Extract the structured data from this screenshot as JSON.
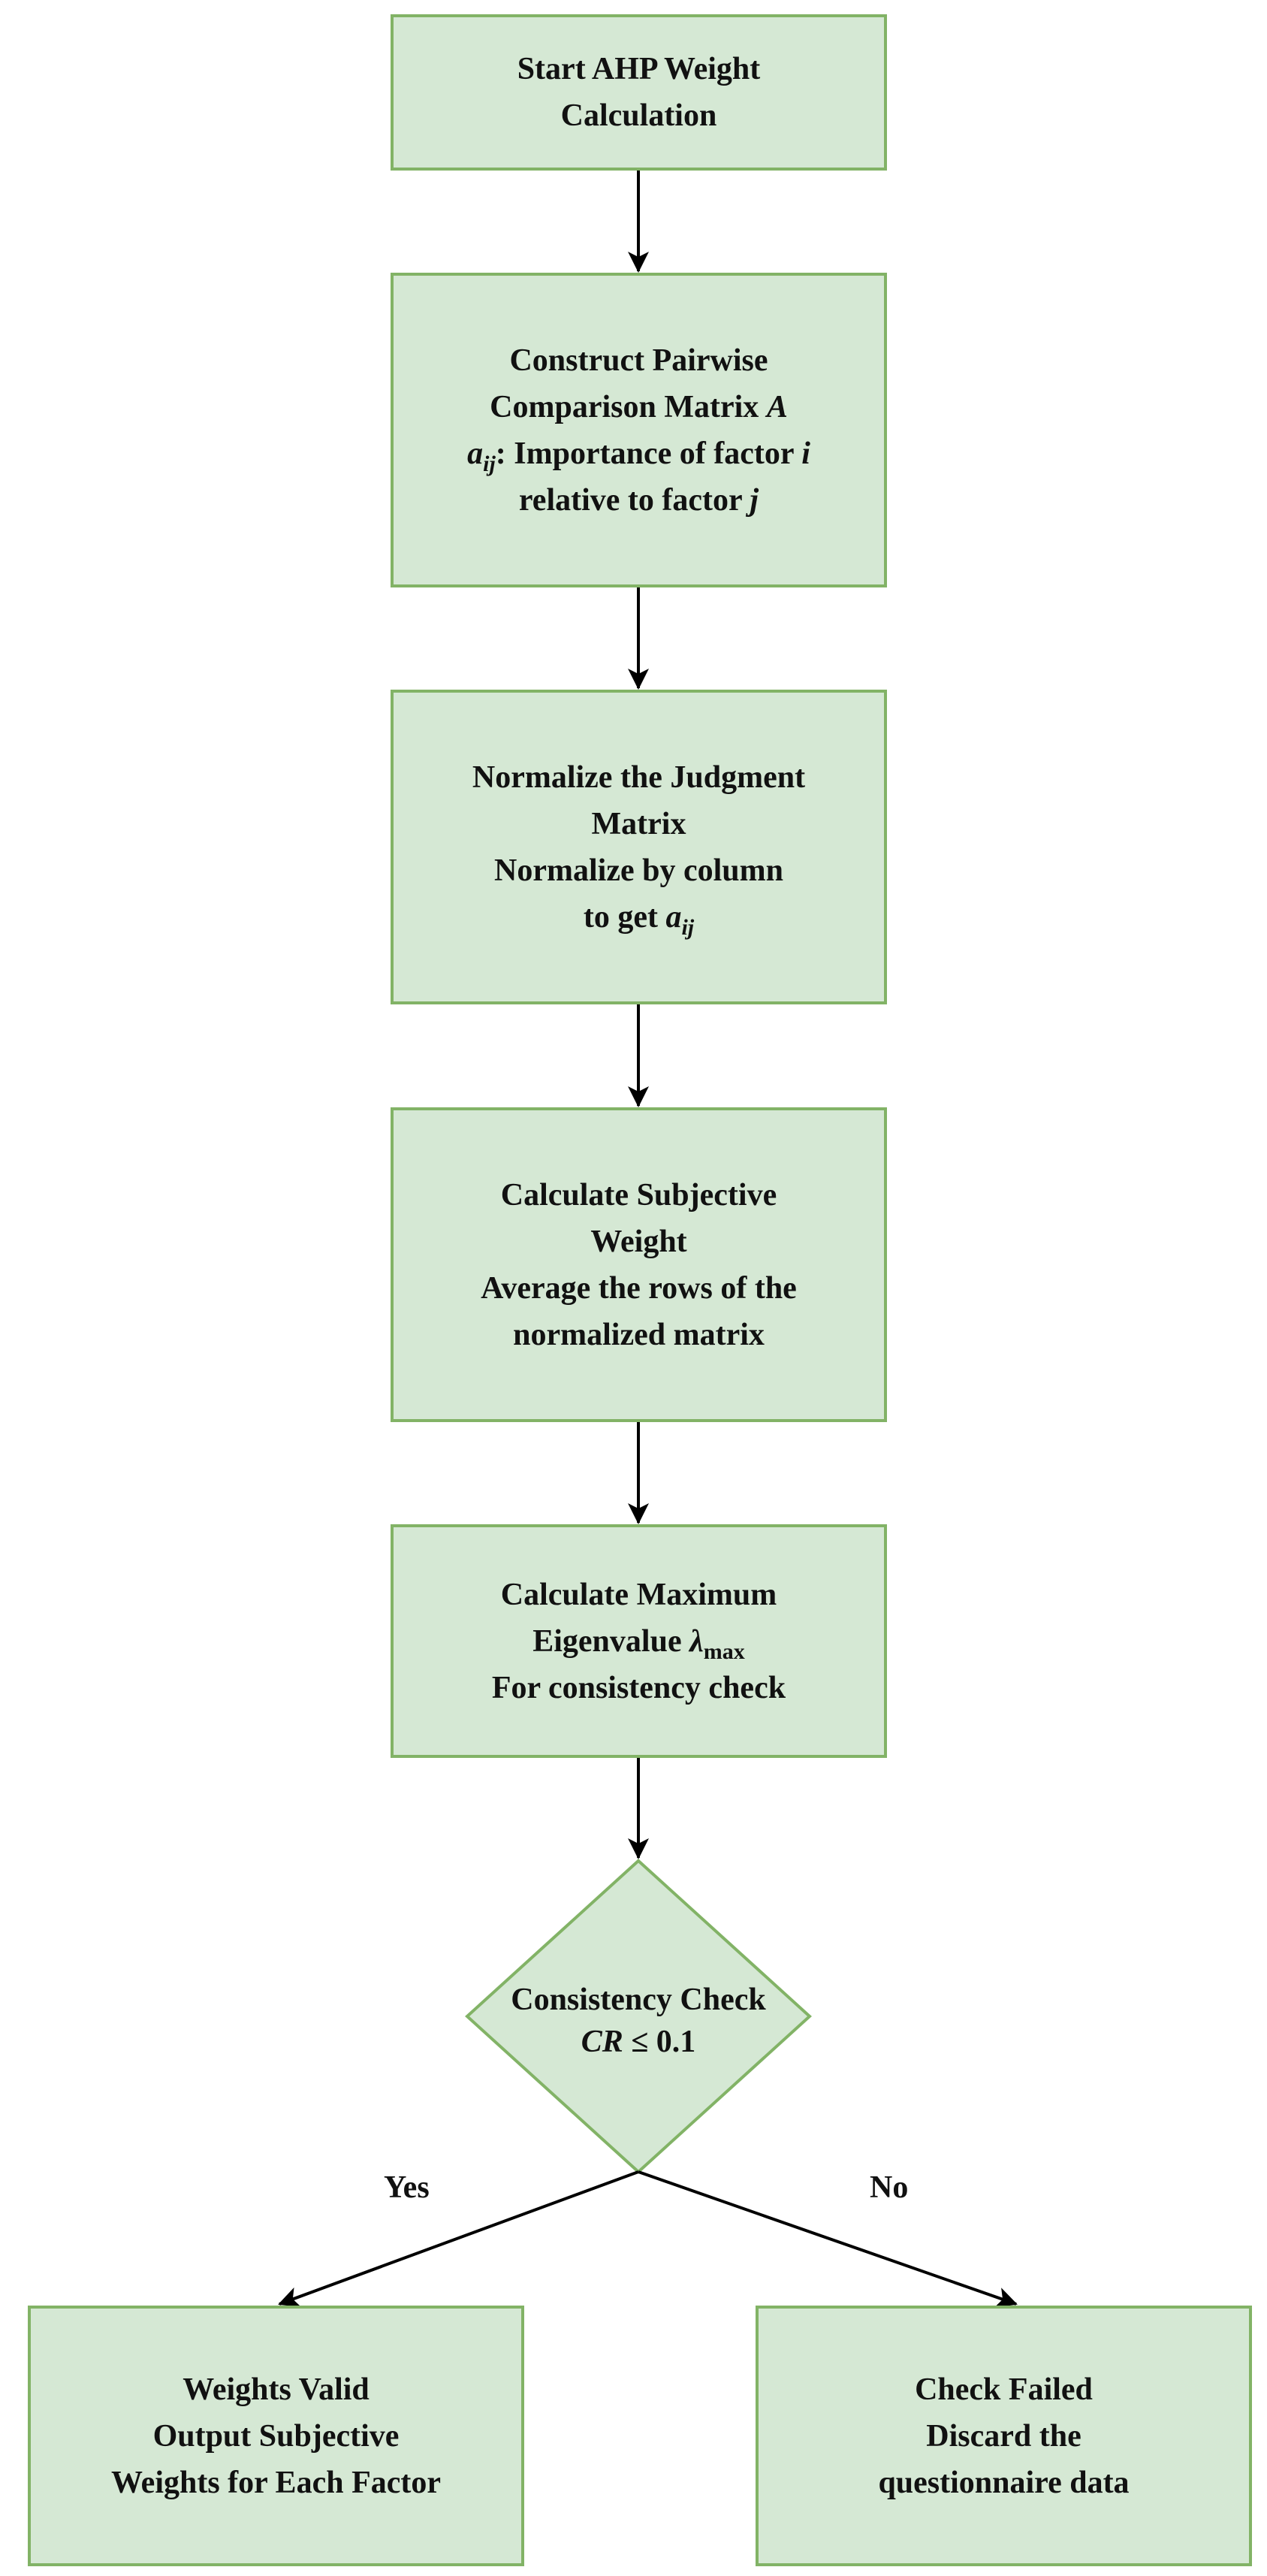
{
  "nodes": {
    "start": {
      "line1": "Start AHP Weight",
      "line2": "Calculation"
    },
    "construct": {
      "line1": "Construct Pairwise",
      "line2_text": "Comparison Matrix ",
      "line2_var": "A",
      "line3_var": "a",
      "line3_sub": "ij",
      "line3_text": ": Importance of factor ",
      "line3_var2": "i",
      "line4_text": "relative to factor ",
      "line4_var": "j"
    },
    "normalize": {
      "line1": "Normalize the Judgment",
      "line2": "Matrix",
      "line3": "Normalize by column",
      "line4_text": "to get ",
      "line4_var": "a",
      "line4_sub": "ij"
    },
    "subjective": {
      "line1": "Calculate Subjective",
      "line2": "Weight",
      "line3": "Average the rows of the",
      "line4": "normalized matrix"
    },
    "eigen": {
      "line1": "Calculate Maximum",
      "line2_text": "Eigenvalue ",
      "line2_var": "λ",
      "line2_sub": "max",
      "line3": "For consistency check"
    },
    "decision": {
      "line1": "Consistency Check",
      "line2_var": "CR",
      "line2_text": " ≤ 0.1"
    },
    "valid": {
      "line1": "Weights Valid",
      "line2": "Output Subjective",
      "line3": "Weights for Each Factor"
    },
    "failed": {
      "line1": "Check Failed",
      "line2": "Discard the",
      "line3": "questionnaire data"
    }
  },
  "edges": {
    "yes_label": "Yes",
    "no_label": "No"
  },
  "colors": {
    "fill": "#d5e8d4",
    "border": "#82b366",
    "text": "#111111",
    "arrow": "#000000"
  }
}
